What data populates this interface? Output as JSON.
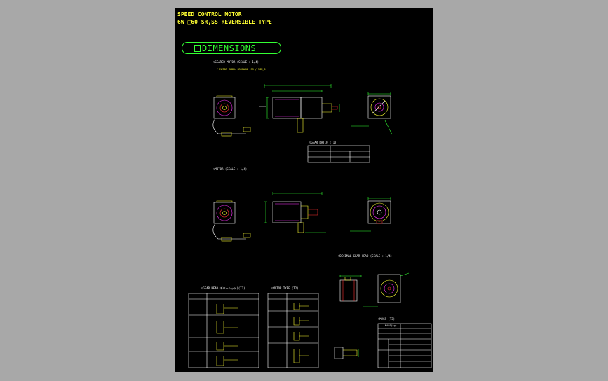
{
  "header": {
    "line1": "SPEED CONTROL MOTOR",
    "line2": "6W  □60    SR,SS REVERSIBLE TYPE"
  },
  "dimensions_banner": "DIMENSIONS",
  "sections": {
    "geared_motor": "▽GEARED MOTOR (SCALE : 1/4)",
    "motor": "▽MOTOR (SCALE : 1/4)",
    "decimal_gear_head": "▽DECIMAL GEAR HEAD (SCALE : 1/4)",
    "gear_head_type": "▽GEAR HEAD(ギヤーヘッド)(T1)",
    "motor_type": "▽MOTOR TYPE (T2)",
    "mass": "▽MASS (T3)",
    "gear_ratio": "▽GEAR RATIO (T1)"
  },
  "icons": {
    "motor_front": "motor-front-view",
    "motor_side": "motor-side-view",
    "flange": "flange-view"
  },
  "colors": {
    "sheet": "#000000",
    "line": "#33ff33",
    "highlight": "#ffff33",
    "accent": "#ff3333",
    "cyan": "#33ffff",
    "magenta": "#ff33ff",
    "white": "#ffffff"
  }
}
